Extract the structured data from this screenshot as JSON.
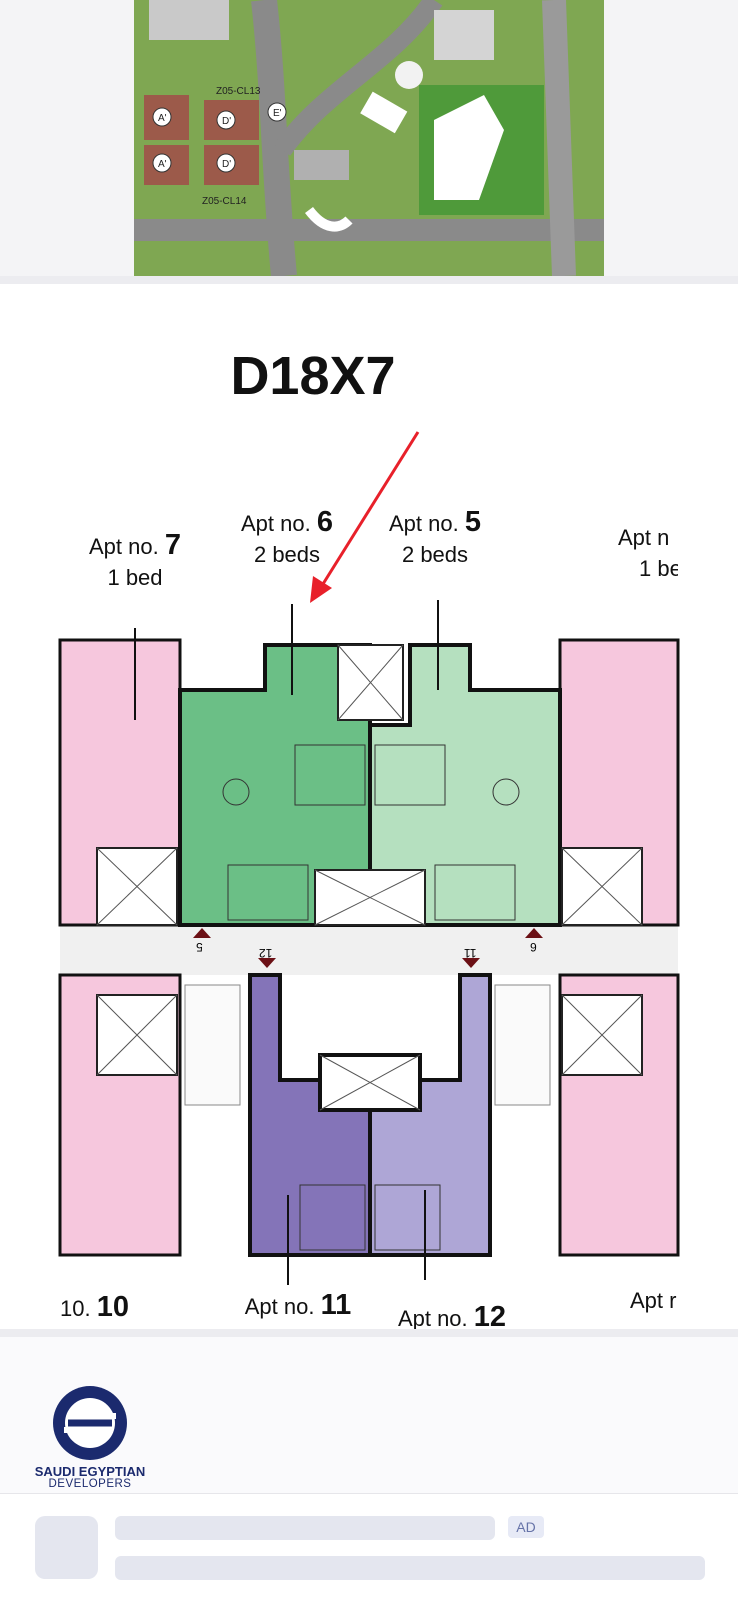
{
  "site_map": {
    "labels": [
      "Z05-CL13",
      "Z05-CL14"
    ],
    "unit_markers": [
      "A'",
      "D'",
      "E'",
      "A'",
      "D'"
    ]
  },
  "plan": {
    "title": "D18X7",
    "apartments_top": [
      {
        "prefix": "Apt no.",
        "number": "7",
        "beds": "1 bed"
      },
      {
        "prefix": "Apt no.",
        "number": "6",
        "beds": "2 beds"
      },
      {
        "prefix": "Apt no.",
        "number": "5",
        "beds": "2 beds"
      },
      {
        "prefix": "Apt n",
        "number": "",
        "beds": "1 be"
      }
    ],
    "apartments_bottom": [
      {
        "prefix": "10.",
        "number": "10"
      },
      {
        "prefix": "Apt no.",
        "number": "11"
      },
      {
        "prefix": "Apt no.",
        "number": "12"
      },
      {
        "prefix": "Apt r",
        "number": ""
      }
    ],
    "door_markers": [
      "5",
      "12",
      "11",
      "6"
    ],
    "colors": {
      "green_dark": "#6bbf86",
      "green_light": "#b5e0bf",
      "purple_dark": "#8474b8",
      "purple_light": "#aea6d6",
      "pink": "#f6c7dd",
      "arrow": "#e8202a"
    }
  },
  "brand": {
    "line1": "SAUDI EGYPTIAN",
    "line2": "DEVELOPERS",
    "color": "#1b2a6e"
  },
  "ad": {
    "badge": "AD"
  }
}
